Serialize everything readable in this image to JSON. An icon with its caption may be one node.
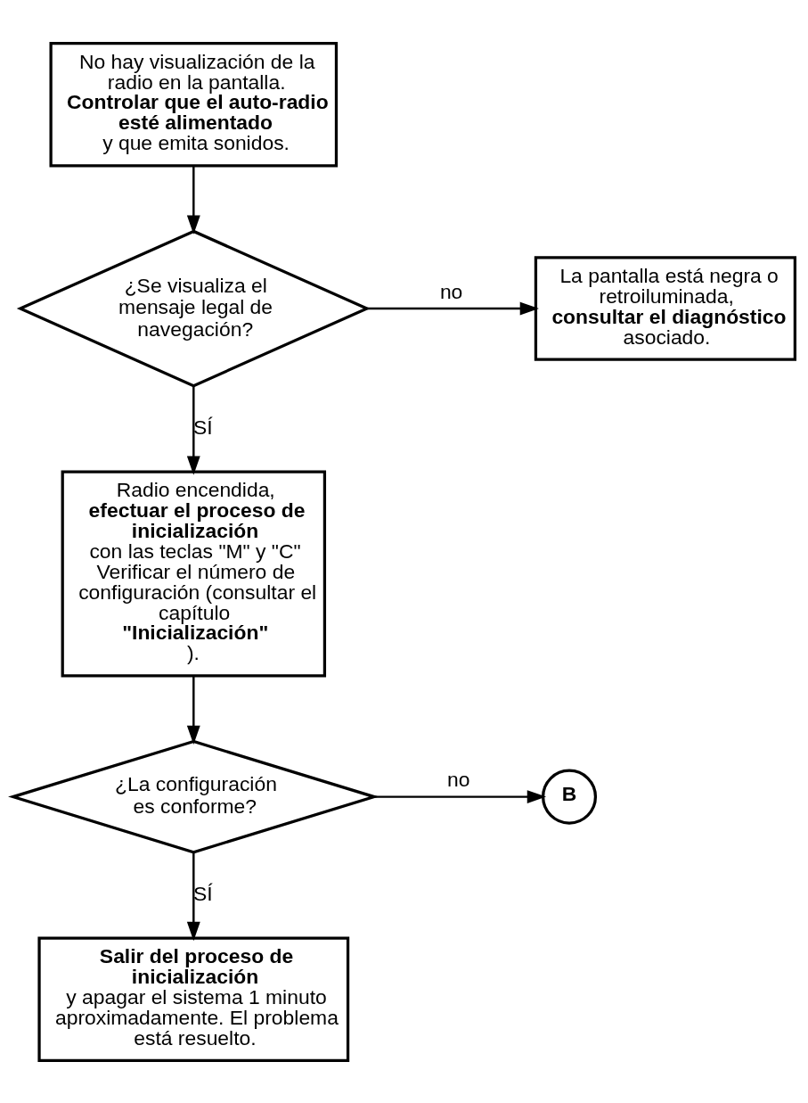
{
  "diagram": {
    "nodes": [
      {
        "text": [
          "No hay visualización de la radio en la pantalla. **Controlar que el auto-radio esté alimentado** y que emita sonidos."
        ]
      },
      {
        "text": [
          "¿Se visualiza el mensaje legal de navegación?"
        ]
      },
      {
        "text": [
          "La pantalla está negra o retroiluminada, **consultar el diagnóstico** asociado."
        ]
      },
      {
        "text": [
          "Radio encendida, **efectuar el proceso de inicialización** con las teclas \"M\" y \"C\" Verificar el número de configuración (consultar el capítulo **\"Inicialización\"**)."
        ]
      },
      {
        "text": [
          "¿La configuración es conforme?"
        ]
      },
      {
        "text": [
          "B"
        ]
      },
      {
        "text": [
          "**Salir del proceso de inicialización** y apagar el sistema 1 minuto aproximadamente. El problema está resuelto."
        ]
      }
    ],
    "edges": [
      {
        "from": 0,
        "to": 1,
        "arrow": "to"
      },
      {
        "from": 1,
        "to": 2,
        "arrow": "to",
        "label": "no"
      },
      {
        "from": 1,
        "to": 3,
        "arrow": "to",
        "label": "SÍ"
      },
      {
        "from": 3,
        "to": 4,
        "arrow": "to"
      },
      {
        "from": 4,
        "to": 5,
        "arrow": "to",
        "label": "no"
      },
      {
        "from": 4,
        "to": 6,
        "arrow": "to",
        "label": "SÍ"
      }
    ]
  }
}
